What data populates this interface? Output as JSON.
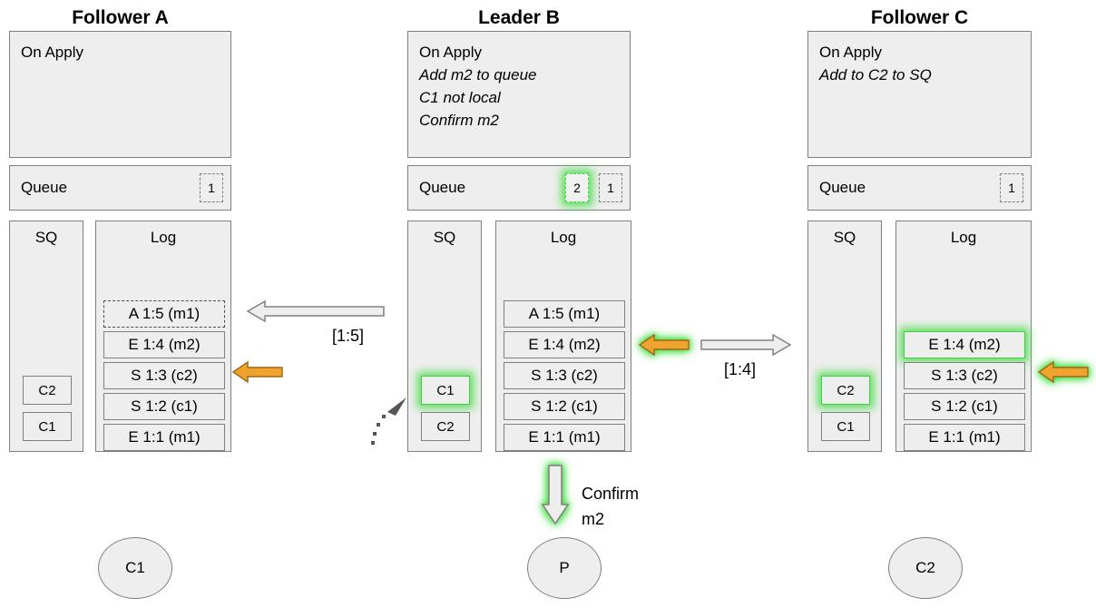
{
  "nodes": [
    {
      "id": "follower-a",
      "title": "Follower A",
      "onapply": {
        "header": "On Apply",
        "lines": []
      },
      "queue": {
        "label": "Queue",
        "chips": [
          {
            "text": "1",
            "highlight": false
          }
        ]
      },
      "sq": {
        "label": "SQ",
        "items": [
          {
            "text": "C2",
            "highlight": false
          },
          {
            "text": "C1",
            "highlight": false
          }
        ]
      },
      "log": {
        "label": "Log",
        "entries": [
          {
            "text": "A 1:5 (m1)",
            "style": "dashed",
            "highlight": false
          },
          {
            "text": "E 1:4 (m2)",
            "style": "solid",
            "highlight": false
          },
          {
            "text": "S 1:3 (c2)",
            "style": "solid",
            "highlight": false
          },
          {
            "text": "S 1:2 (c1)",
            "style": "solid",
            "highlight": false
          },
          {
            "text": "E 1:1 (m1)",
            "style": "solid",
            "highlight": false
          }
        ]
      },
      "client": "C1"
    },
    {
      "id": "leader-b",
      "title": "Leader B",
      "onapply": {
        "header": "On Apply",
        "lines": [
          "Add m2 to queue",
          "C1 not local",
          "Confirm m2"
        ]
      },
      "queue": {
        "label": "Queue",
        "chips": [
          {
            "text": "2",
            "highlight": true
          },
          {
            "text": "1",
            "highlight": false
          }
        ]
      },
      "sq": {
        "label": "SQ",
        "items": [
          {
            "text": "C1",
            "highlight": true
          },
          {
            "text": "C2",
            "highlight": false
          }
        ]
      },
      "log": {
        "label": "Log",
        "entries": [
          {
            "text": "A 1:5 (m1)",
            "style": "solid",
            "highlight": false
          },
          {
            "text": "E 1:4 (m2)",
            "style": "solid",
            "highlight": false
          },
          {
            "text": "S 1:3 (c2)",
            "style": "solid",
            "highlight": false
          },
          {
            "text": "S 1:2 (c1)",
            "style": "solid",
            "highlight": false
          },
          {
            "text": "E 1:1 (m1)",
            "style": "solid",
            "highlight": false
          }
        ]
      },
      "client": "P"
    },
    {
      "id": "follower-c",
      "title": "Follower C",
      "onapply": {
        "header": "On Apply",
        "lines": [
          "Add to C2 to SQ"
        ]
      },
      "queue": {
        "label": "Queue",
        "chips": [
          {
            "text": "1",
            "highlight": false
          }
        ]
      },
      "sq": {
        "label": "SQ",
        "items": [
          {
            "text": "C2",
            "highlight": true
          },
          {
            "text": "C1",
            "highlight": false
          }
        ]
      },
      "log": {
        "label": "Log",
        "entries": [
          {
            "text": "E 1:4 (m2)",
            "style": "solid",
            "highlight": true
          },
          {
            "text": "S 1:3 (c2)",
            "style": "solid",
            "highlight": false
          },
          {
            "text": "S 1:2 (c1)",
            "style": "solid",
            "highlight": false
          },
          {
            "text": "E 1:1 (m1)",
            "style": "solid",
            "highlight": false
          }
        ]
      },
      "client": "C2"
    }
  ],
  "arrows": {
    "ab_replicate_label": "[1:5]",
    "bc_replicate_label": "[1:4]",
    "confirm_label_line1": "Confirm",
    "confirm_label_line2": "m2"
  },
  "colors": {
    "panel_fill": "#eeeeee",
    "panel_stroke": "#808080",
    "highlight_green": "#43cf43",
    "orange_arrow": "#f0a32e",
    "gray_arrow_fill": "#eeeeee"
  }
}
